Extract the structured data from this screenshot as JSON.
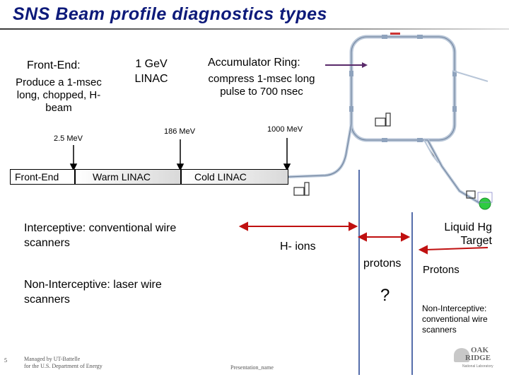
{
  "slide": {
    "title": "SNS Beam profile diagnostics types",
    "page_number": "5",
    "footer_left_line1": "Managed by UT-Battelle",
    "footer_left_line2": "for the U.S. Department of Energy",
    "footer_center": "Presentation_name",
    "logo_line1": "OAK",
    "logo_line2": "RIDGE",
    "logo_line3": "National Laboratory"
  },
  "labels": {
    "front_end_heading": "Front-End:",
    "front_end_desc": "Produce a 1-msec long, chopped, H- beam",
    "linac_heading_line1": "1 GeV",
    "linac_heading_line2": "LINAC",
    "ring_heading": "Accumulator Ring:",
    "ring_desc": "compress 1-msec long pulse to 700 nsec",
    "energy_25": "2.5 MeV",
    "energy_186": "186 MeV",
    "energy_1000": "1000 MeV"
  },
  "blocks": {
    "front_end": "Front-End",
    "warm_linac": "Warm LINAC",
    "cold_linac": "Cold LINAC"
  },
  "sections": {
    "interceptive": "Interceptive: conventional wire scanners",
    "non_interceptive_laser": "Non-Interceptive: laser wire scanners",
    "h_ions": "H- ions",
    "protons": "protons",
    "question": "?",
    "liquid_hg_target": "Liquid Hg Target",
    "protons_right": "Protons",
    "non_interceptive_conventional": "Non-Interceptive: conventional wire scanners"
  },
  "colors": {
    "title": "#0d1a7a",
    "rule": "#6b6b6b",
    "red_arrow": "#c01010",
    "blue_line": "#1f3f8f",
    "ring_pipe": "#b8c6d8",
    "target": "#2ecc40"
  }
}
